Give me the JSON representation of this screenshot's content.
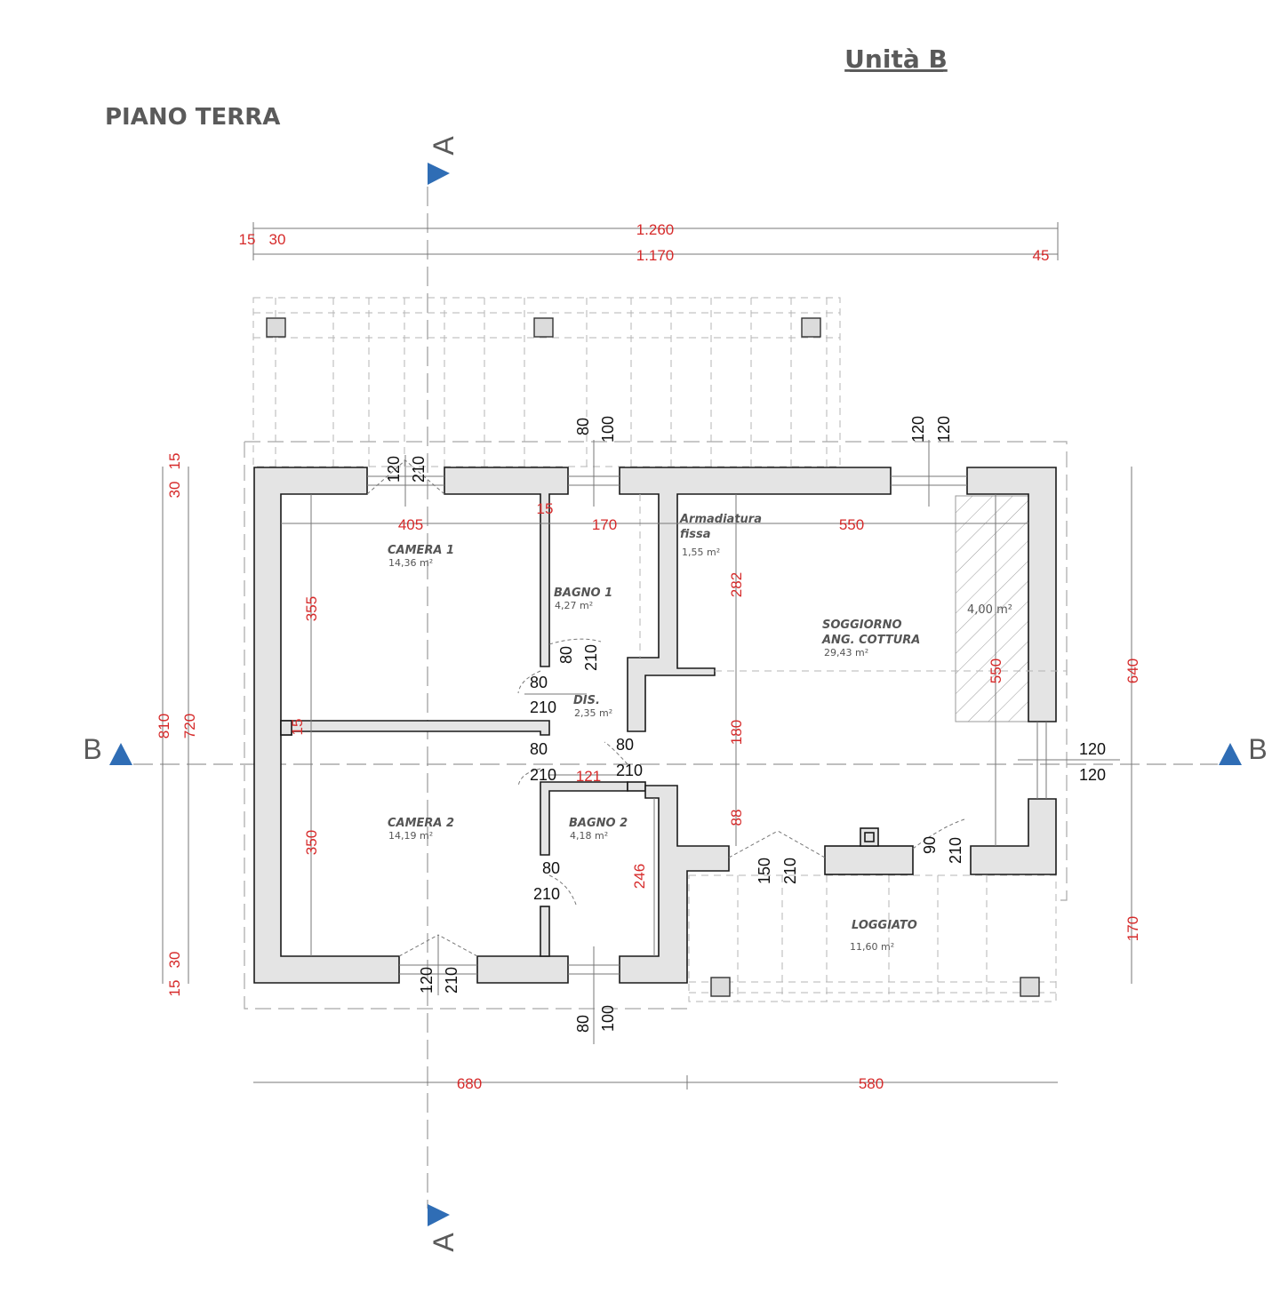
{
  "header": {
    "unit_title": "Unità B",
    "floor_title": "PIANO TERRA"
  },
  "section_marks": {
    "a_top": "A",
    "a_bottom": "A",
    "b_left": "B",
    "b_right": "B"
  },
  "dimensions": {
    "overall_top": "1.260",
    "inner_top": "1.170",
    "top_left_a": "15",
    "top_left_b": "30",
    "top_right": "45",
    "camera1_width": "405",
    "bagno1_width": "170",
    "wall_15_top": "15",
    "soggiorno_width": "550",
    "camera1_depth": "355",
    "camera2_depth": "350",
    "wall_15_mid": "15",
    "armadiatura_depth": "282",
    "soggiorno_180": "180",
    "soggiorno_88": "88",
    "hatch_550": "550",
    "bagno2_depth": "246",
    "dis_width": "121",
    "left_total_810": "810",
    "left_inner_720": "720",
    "left_top_15": "15",
    "left_top_30": "30",
    "left_bot_30": "30",
    "left_bot_15": "15",
    "right_640": "640",
    "right_170": "170",
    "bottom_680": "680",
    "bottom_580": "580"
  },
  "openings": {
    "w_top_cam1_a": "120",
    "w_top_cam1_b": "210",
    "w_top_bagno1_a": "80",
    "w_top_bagno1_b": "100",
    "w_top_sogg_a": "120",
    "w_top_sogg_b": "120",
    "d_bagno1_a": "80",
    "d_bagno1_b": "210",
    "d_cam1_a": "80",
    "d_cam1_b": "210",
    "d_cam2_a": "80",
    "d_cam2_b": "210",
    "d_sogg_a": "80",
    "d_sogg_b": "210",
    "d_bagno2_a": "80",
    "d_bagno2_b": "210",
    "w_right_a": "120",
    "w_right_b": "120",
    "d_logg1_a": "150",
    "d_logg1_b": "210",
    "d_logg2_a": "90",
    "d_logg2_b": "210",
    "w_bot_cam2_a": "120",
    "w_bot_cam2_b": "210",
    "w_bot_bagno2_a": "80",
    "w_bot_bagno2_b": "100"
  },
  "rooms": {
    "camera1": {
      "name": "CAMERA 1",
      "area": "14,36 m²"
    },
    "bagno1": {
      "name": "BAGNO 1",
      "area": "4,27 m²"
    },
    "armadiatura": {
      "name_line1": "Armadiatura",
      "name_line2": "fissa",
      "area": "1,55 m²"
    },
    "soggiorno": {
      "name_line1": "SOGGIORNO",
      "name_line2": "ANG. COTTURA",
      "area": "29,43 m²"
    },
    "hatched": {
      "area": "4,00 m²"
    },
    "dis": {
      "name": "DIS.",
      "area": "2,35 m²"
    },
    "camera2": {
      "name": "CAMERA 2",
      "area": "14,19 m²"
    },
    "bagno2": {
      "name": "BAGNO 2",
      "area": "4,18 m²"
    },
    "loggiato": {
      "name": "LOGGIATO",
      "area": "11,60 m²"
    }
  },
  "colors": {
    "dimension_red": "#d62a2a",
    "section_marker_blue": "#2f6db5",
    "wall_fill": "#e4e4e4"
  }
}
